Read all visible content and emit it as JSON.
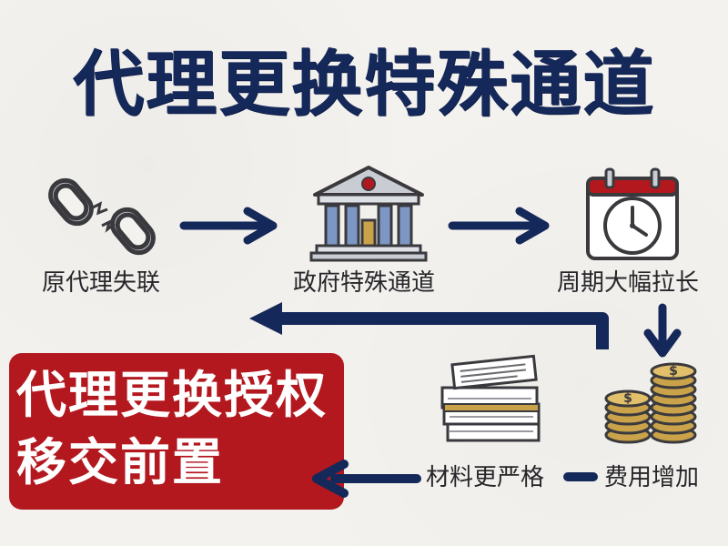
{
  "title": "代理更换特殊通道",
  "steps": [
    {
      "label": "原代理失联",
      "icon": "broken-chain-icon"
    },
    {
      "label": "政府特殊通道",
      "icon": "government-building-icon"
    },
    {
      "label": "周期大幅拉长",
      "icon": "calendar-clock-icon"
    },
    {
      "label": "费用增加",
      "icon": "coin-stacks-icon"
    },
    {
      "label": "材料更严格",
      "icon": "document-stack-icon"
    }
  ],
  "highlight": {
    "line1": "代理更换授权",
    "line2": "移交前置"
  },
  "colors": {
    "navy": "#15285a",
    "red": "#b3181f",
    "gold": "#c9a24a"
  }
}
